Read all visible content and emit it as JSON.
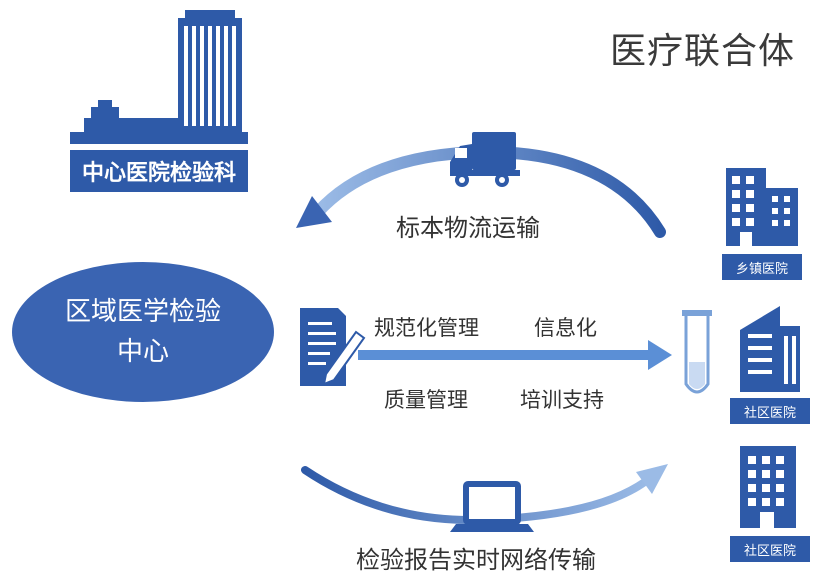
{
  "title": "医疗联合体",
  "hq_label": "中心医院检验科",
  "center": {
    "line1": "区域医学检验",
    "line2": "中心"
  },
  "flows": {
    "top": "标本物流运输",
    "bottom": "检验报告实时网络传输"
  },
  "middle": {
    "item1": "规范化管理",
    "item2": "信息化",
    "item3": "质量管理",
    "item4": "培训支持"
  },
  "hospitals": [
    {
      "label": "乡镇医院"
    },
    {
      "label": "社区医院"
    },
    {
      "label": "社区医院"
    }
  ],
  "colors": {
    "primary": "#2e5aa8",
    "accent": "#4f7cc6",
    "arrow": "#5b8fd6"
  }
}
